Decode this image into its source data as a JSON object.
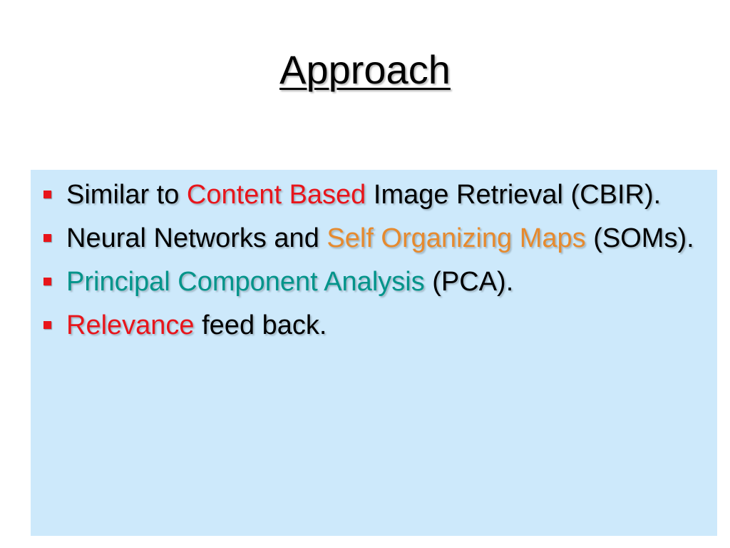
{
  "colors": {
    "panel_background": "#cde9fb",
    "bullet_marker": "#e8151b",
    "red_highlight": "#e8151b",
    "orange_highlight": "#e68a2e",
    "teal_highlight": "#00948a",
    "text": "#000000"
  },
  "slide": {
    "title": "Approach",
    "bullets": [
      {
        "before": "Similar to ",
        "highlight": "Content Based",
        "highlight_color": "red",
        "after": " Image Retrieval (CBIR)."
      },
      {
        "before": "Neural Networks and ",
        "highlight": "Self Organizing Maps",
        "highlight_color": "orange",
        "after": " (SOMs)."
      },
      {
        "before": "",
        "highlight": "Principal Component Analysis",
        "highlight_color": "teal",
        "after": " (PCA)."
      },
      {
        "before": "",
        "highlight": "Relevance",
        "highlight_color": "red",
        "after": " feed back."
      }
    ]
  }
}
